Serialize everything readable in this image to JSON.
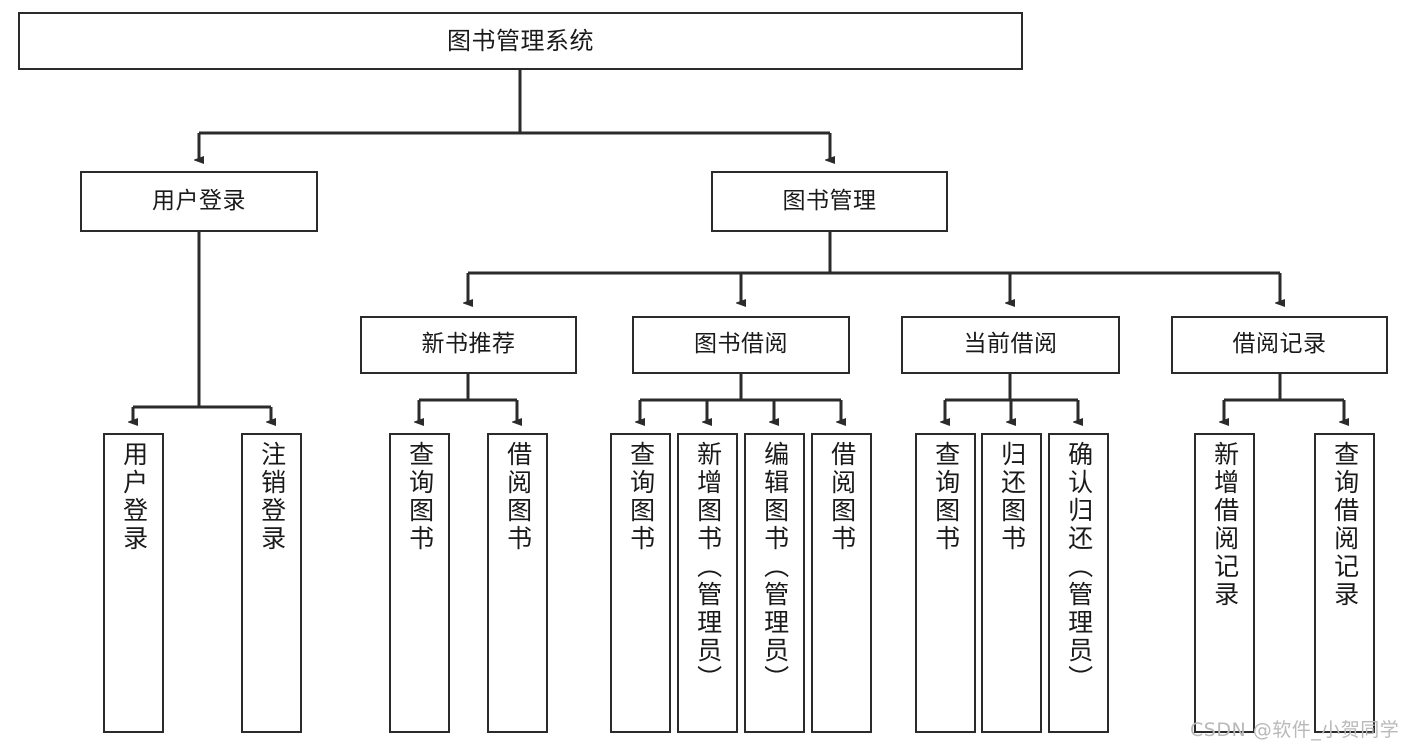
{
  "diagram": {
    "title": "图书管理系统",
    "type": "功能结构图",
    "stroke_color": "#2b2b2b",
    "fill_color": "#ffffff",
    "text_color": "#1a1a1a"
  },
  "nodes": {
    "root": {
      "label": "图书管理系统",
      "level": 1
    },
    "level2": [
      {
        "id": "user-login",
        "label": "用户登录"
      },
      {
        "id": "book-management",
        "label": "图书管理"
      }
    ],
    "level3": [
      {
        "id": "new-book-recommend",
        "label": "新书推荐"
      },
      {
        "id": "book-borrow",
        "label": "图书借阅"
      },
      {
        "id": "current-borrow",
        "label": "当前借阅"
      },
      {
        "id": "borrow-record",
        "label": "借阅记录"
      }
    ],
    "leaves": {
      "user-login": [
        {
          "id": "leaf-user-login",
          "label": "用户登录"
        },
        {
          "id": "leaf-logout",
          "label": "注销登录"
        }
      ],
      "new-book-recommend": [
        {
          "id": "leaf-query-book-1",
          "label": "查询图书"
        },
        {
          "id": "leaf-borrow-book-1",
          "label": "借阅图书"
        }
      ],
      "book-borrow": [
        {
          "id": "leaf-query-book-2",
          "label": "查询图书"
        },
        {
          "id": "leaf-add-book",
          "label": "新增图书（管理员）"
        },
        {
          "id": "leaf-edit-book",
          "label": "编辑图书（管理员）"
        },
        {
          "id": "leaf-borrow-book-2",
          "label": "借阅图书"
        }
      ],
      "current-borrow": [
        {
          "id": "leaf-query-book-3",
          "label": "查询图书"
        },
        {
          "id": "leaf-return-book",
          "label": "归还图书"
        },
        {
          "id": "leaf-confirm-return",
          "label": "确认归还（管理员）"
        }
      ],
      "borrow-record": [
        {
          "id": "leaf-add-record",
          "label": "新增借阅记录"
        },
        {
          "id": "leaf-query-record",
          "label": "查询借阅记录"
        }
      ]
    }
  },
  "watermark": {
    "text": "CSDN @软件_小贺同学"
  }
}
